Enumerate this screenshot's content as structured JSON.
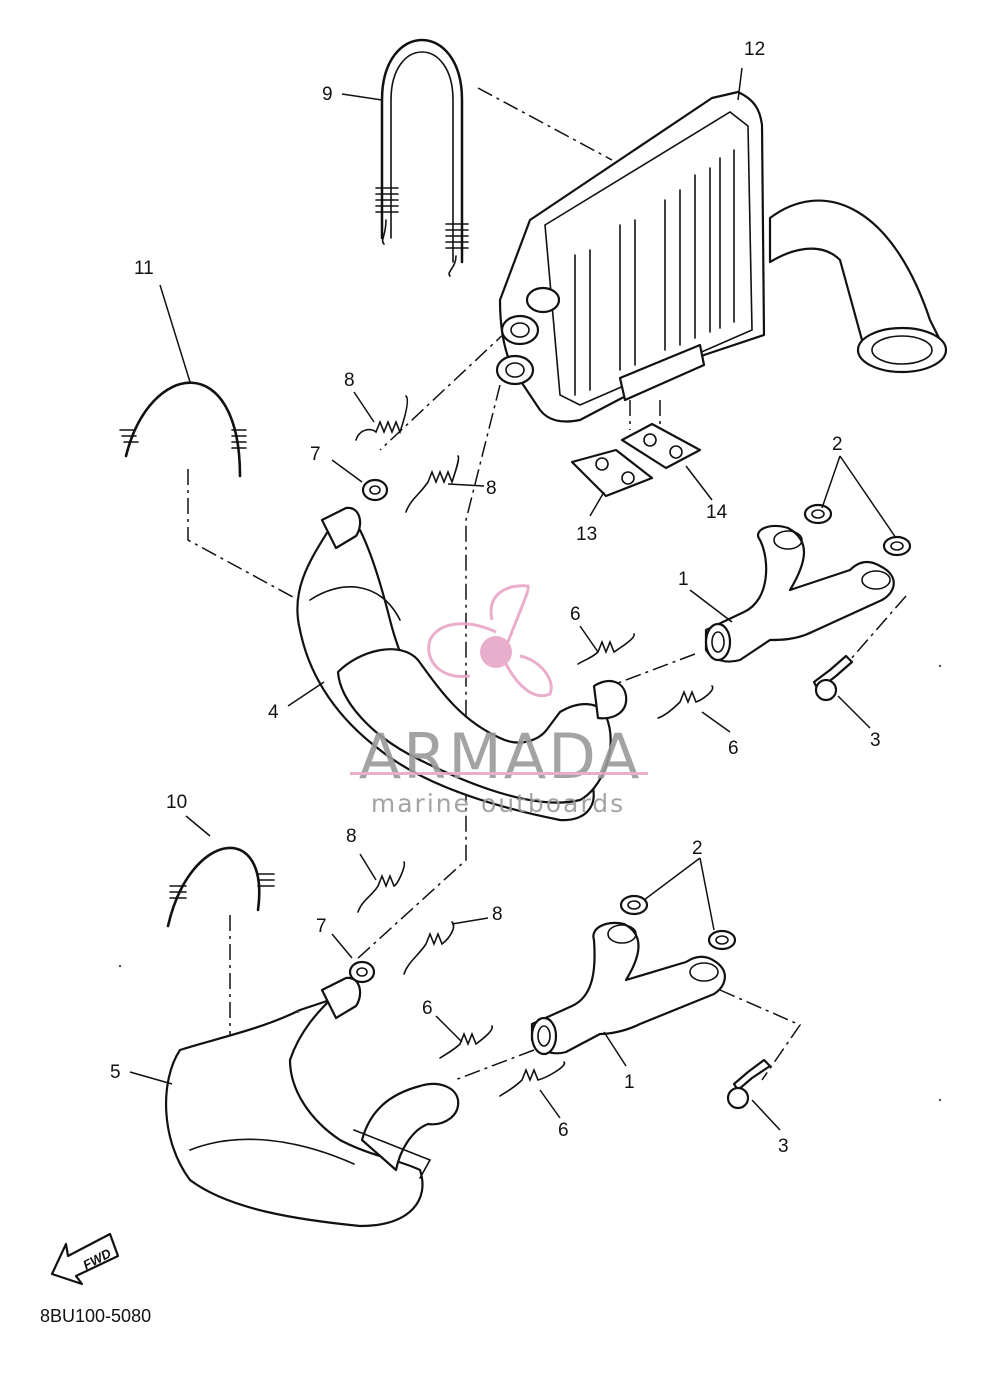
{
  "diagram": {
    "catalog_code": "8BU100-5080",
    "fwd_label": "FWD",
    "callouts": [
      {
        "id": "c12",
        "text": "12"
      },
      {
        "id": "c9",
        "text": "9"
      },
      {
        "id": "c11",
        "text": "11"
      },
      {
        "id": "c8a",
        "text": "8"
      },
      {
        "id": "c7a",
        "text": "7"
      },
      {
        "id": "c8b",
        "text": "8"
      },
      {
        "id": "c13",
        "text": "13"
      },
      {
        "id": "c14",
        "text": "14"
      },
      {
        "id": "c2a",
        "text": "2"
      },
      {
        "id": "c1a",
        "text": "1"
      },
      {
        "id": "c6a",
        "text": "6"
      },
      {
        "id": "c4",
        "text": "4"
      },
      {
        "id": "c6b",
        "text": "6"
      },
      {
        "id": "c3a",
        "text": "3"
      },
      {
        "id": "c10",
        "text": "10"
      },
      {
        "id": "c8c",
        "text": "8"
      },
      {
        "id": "c2b",
        "text": "2"
      },
      {
        "id": "c8d",
        "text": "8"
      },
      {
        "id": "c7b",
        "text": "7"
      },
      {
        "id": "c6c",
        "text": "6"
      },
      {
        "id": "c5",
        "text": "5"
      },
      {
        "id": "c1b",
        "text": "1"
      },
      {
        "id": "c6d",
        "text": "6"
      },
      {
        "id": "c3b",
        "text": "3"
      }
    ]
  },
  "watermark": {
    "brand": "ARMADA",
    "tagline": "marine outboards",
    "color": "#e8a6c8",
    "text_color": "#9a9a9a"
  }
}
